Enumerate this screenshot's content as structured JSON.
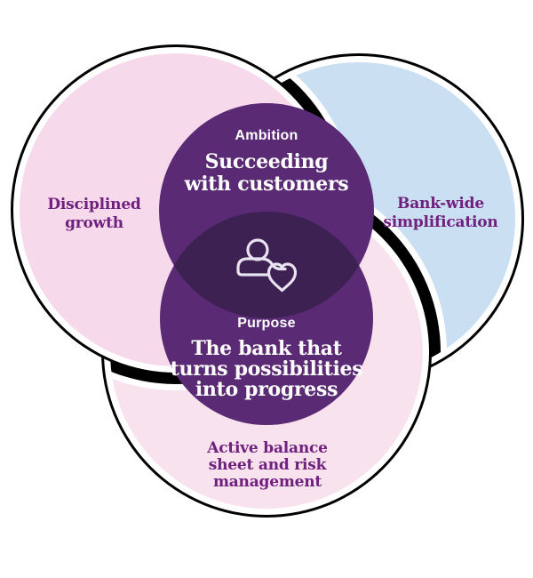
{
  "colors": {
    "background": "#FFFFFF",
    "circle_left_fill": "#F6D9EA",
    "circle_right_fill": "#CBDFF3",
    "circle_bottom_fill": "#F8E2EE",
    "circle_purple_fill": "#5A2B74",
    "overlap_fill": "#3D2153",
    "label_text": "#70207E",
    "title_text": "#FFFFFF",
    "stroke_white": "#FFFFFF",
    "outline_black": "#000000",
    "icon_stroke": "#E9E2F1"
  },
  "center": {
    "ambition_label": "Ambition",
    "ambition_title": "Succeeding\nwith customers",
    "purpose_label": "Purpose",
    "purpose_title": "The bank that\nturns possibilities\ninto progress",
    "icon": "person-with-heart"
  },
  "outer": {
    "left_label": "Disciplined\ngrowth",
    "right_label": "Bank-wide\nsimplification",
    "bottom_label": "Active balance\nsheet and risk\nmanagement"
  }
}
